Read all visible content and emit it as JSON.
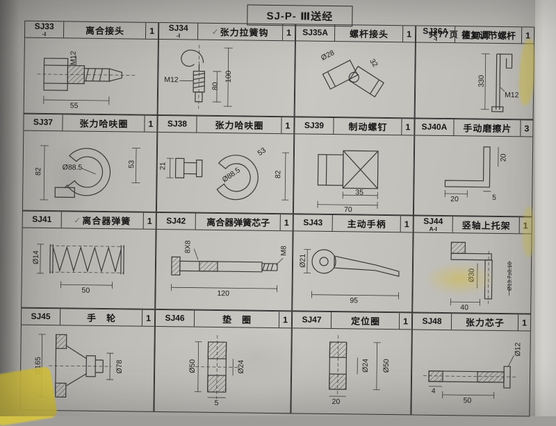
{
  "page": {
    "title": "SJ-P- Ⅲ送经",
    "page_info": "共77页 第31页"
  },
  "cells": [
    {
      "code": "SJ33",
      "sub": "-I",
      "name": "离合接头",
      "qty": "1",
      "dims": [
        "M12",
        "55"
      ]
    },
    {
      "code": "SJ34",
      "sub": "-I",
      "check": "✓",
      "name": "张力拉簧钩",
      "qty": "1",
      "dims": [
        "M12",
        "80",
        "100"
      ]
    },
    {
      "code": "SJ35A",
      "sub": "",
      "name": "螺杆接头",
      "qty": "1",
      "dims": [
        "Ø28",
        "32"
      ]
    },
    {
      "code": "SJ36A",
      "sub": "-I",
      "name": "往复调节螺杆",
      "qty": "1",
      "dims": [
        "330",
        "M12"
      ]
    },
    {
      "code": "SJ37",
      "sub": "",
      "name": "张力哈呋圈",
      "qty": "1",
      "dims": [
        "Ø88.5",
        "82",
        "53"
      ]
    },
    {
      "code": "SJ38",
      "sub": "",
      "name": "张力哈呋圈",
      "qty": "1",
      "dims": [
        "21",
        "Ø88.5",
        "53",
        "82"
      ]
    },
    {
      "code": "SJ39",
      "sub": "",
      "name": "制动螺钉",
      "qty": "1",
      "dims": [
        "35",
        "70"
      ]
    },
    {
      "code": "SJ40A",
      "sub": "",
      "name": "手动磨擦片",
      "qty": "3",
      "dims": [
        "20",
        "20",
        "5"
      ]
    },
    {
      "code": "SJ41",
      "sub": "",
      "check": "✓",
      "name": "离合器弹簧",
      "qty": "1",
      "dims": [
        "Ø14",
        "50"
      ]
    },
    {
      "code": "SJ42",
      "sub": "",
      "name": "离合器弹簧芯子",
      "qty": "1",
      "dims": [
        "8X8",
        "M8",
        "120"
      ]
    },
    {
      "code": "SJ43",
      "sub": "",
      "name": "主动手柄",
      "qty": "1",
      "dims": [
        "Ø21",
        "95"
      ]
    },
    {
      "code": "SJ44",
      "sub": "A-I",
      "name": "竖轴上托架",
      "qty": "1",
      "dims": [
        "Ø30",
        "Ø13.7±0.10",
        "40"
      ]
    },
    {
      "code": "SJ45",
      "sub": "",
      "name": "手　轮",
      "qty": "1",
      "dims": [
        "Ø165",
        "Ø78"
      ]
    },
    {
      "code": "SJ46",
      "sub": "",
      "name": "垫　圈",
      "qty": "1",
      "dims": [
        "Ø50",
        "Ø24",
        "5"
      ]
    },
    {
      "code": "SJ47",
      "sub": "",
      "name": "定位圈",
      "qty": "1",
      "dims": [
        "Ø24",
        "Ø50",
        "20"
      ]
    },
    {
      "code": "SJ48",
      "sub": "",
      "name": "张力芯子",
      "qty": "1",
      "dims": [
        "Ø12",
        "4",
        "50"
      ]
    }
  ]
}
